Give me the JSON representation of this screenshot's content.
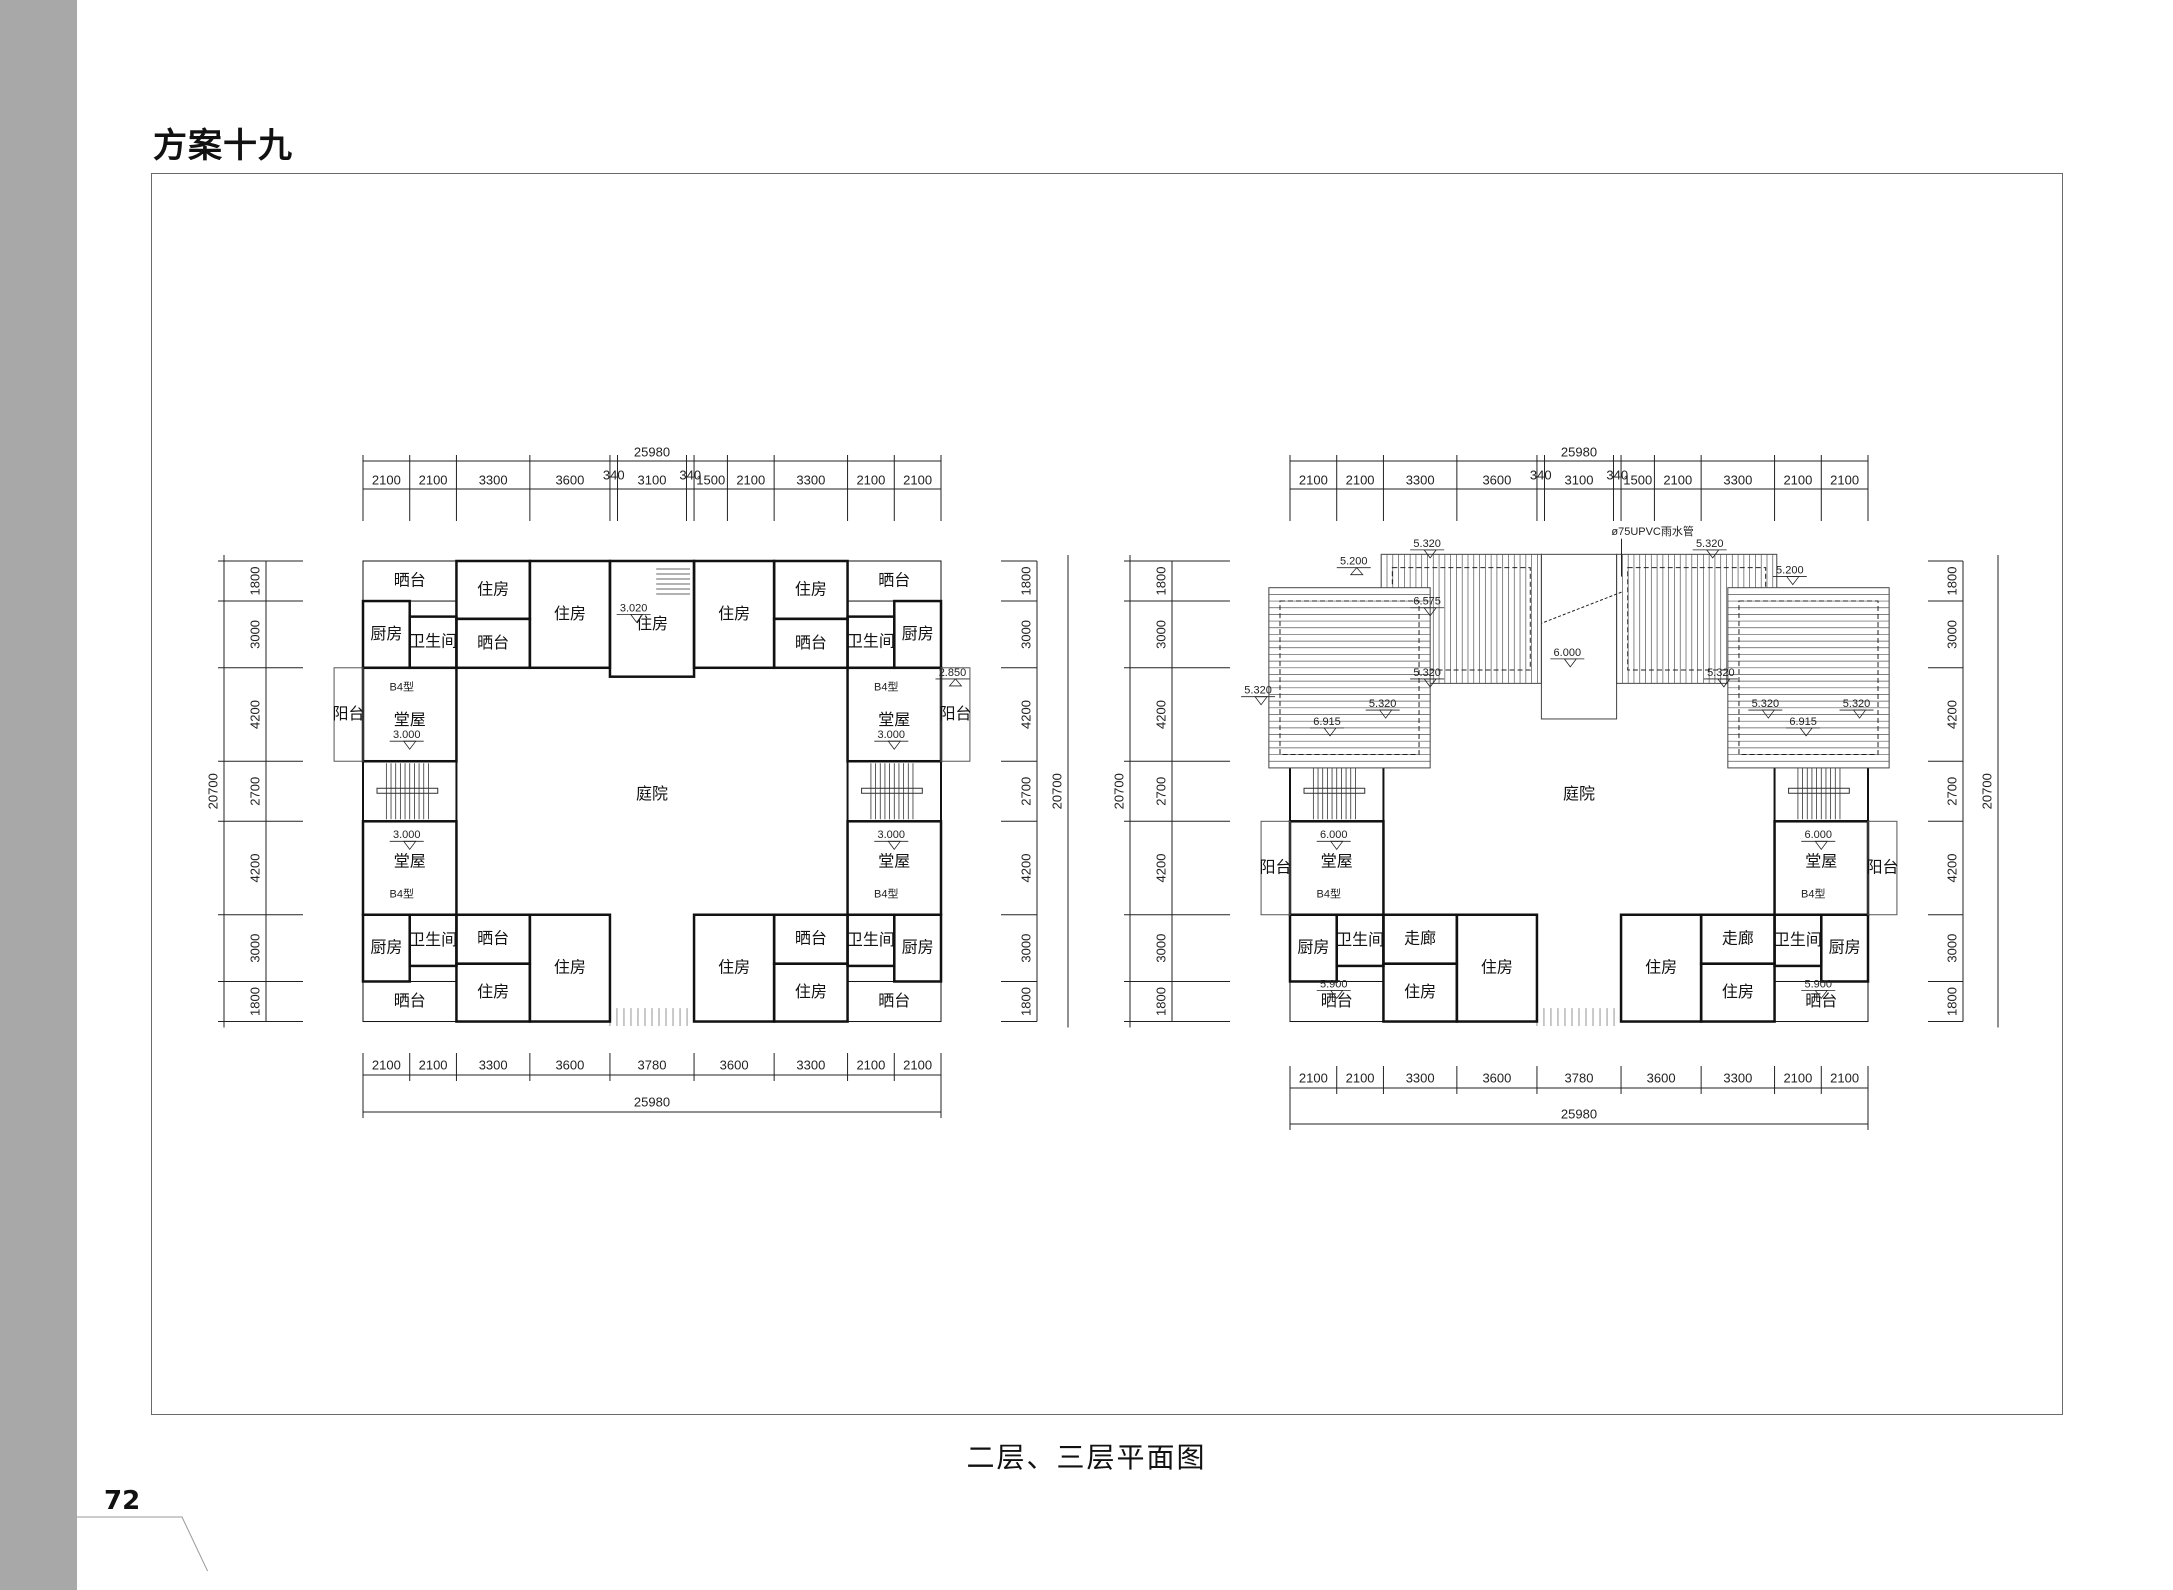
{
  "page": {
    "title": "方案十九",
    "caption": "二层、三层平面图",
    "page_number": "72"
  },
  "plan1": {
    "dim_total": "25980",
    "dims_top": [
      "2100",
      "2100",
      "3300",
      "3600",
      "340",
      "3100",
      "340",
      "1500",
      "2100",
      "3300",
      "2100",
      "2100"
    ],
    "dims_bottom": [
      "2100",
      "2100",
      "3300",
      "3600",
      "3780",
      "3600",
      "3300",
      "2100",
      "2100"
    ],
    "dims_side": [
      "1800",
      "3000",
      "4200",
      "2700",
      "4200",
      "3000",
      "1800"
    ],
    "dim_height": "20700",
    "courtyard": "庭院",
    "center_room": "住房",
    "center_elev": "3.020",
    "quadrants": [
      {
        "rooms": [
          "晒台",
          "住房",
          "住房",
          "厨房",
          "卫生间",
          "晒台",
          "堂屋"
        ],
        "type": "B4型",
        "elev": "3.000",
        "balcony": "阳台"
      },
      {
        "rooms": [
          "晒台",
          "住房",
          "住房",
          "厨房",
          "卫生间",
          "晒台",
          "堂屋"
        ],
        "type": "B4型",
        "elev": "3.000",
        "balcony": "阳台",
        "balcony_elev": "2.850"
      },
      {
        "rooms": [
          "晒台",
          "住房",
          "住房",
          "厨房",
          "卫生间",
          "晒台",
          "堂屋"
        ],
        "type": "B4型",
        "elev": "3.000"
      },
      {
        "rooms": [
          "晒台",
          "住房",
          "住房",
          "厨房",
          "卫生间",
          "晒台",
          "堂屋"
        ],
        "type": "B4型",
        "elev": "3.000"
      }
    ]
  },
  "plan2": {
    "dim_total": "25980",
    "dims_top": [
      "2100",
      "2100",
      "3300",
      "3600",
      "340",
      "3100",
      "340",
      "1500",
      "2100",
      "3300",
      "2100",
      "2100"
    ],
    "dims_bottom": [
      "2100",
      "2100",
      "3300",
      "3600",
      "3780",
      "3600",
      "3300",
      "2100",
      "2100"
    ],
    "dims_side": [
      "1800",
      "3000",
      "4200",
      "2700",
      "4200",
      "3000",
      "1800"
    ],
    "dim_height": "20700",
    "courtyard": "庭院",
    "pipe_label": "ø75UPVC雨水管",
    "center_elev": "6.000",
    "roof_elevations_left": [
      "5.320",
      "6.575",
      "5.320",
      "5.200",
      "6.915",
      "5.320",
      "5.320"
    ],
    "roof_elevations_right": [
      "5.320",
      "5.320",
      "5.200",
      "6.915",
      "5.320",
      "5.320"
    ],
    "quadrants": [
      {
        "rooms": [
          "晒台",
          "住房",
          "住房",
          "厨房",
          "卫生间",
          "走廊",
          "堂屋"
        ],
        "type": "B4型",
        "elev": "6.000",
        "corner_elev": "5.900",
        "balcony": "阳台"
      },
      {
        "rooms": [
          "晒台",
          "住房",
          "住房",
          "厨房",
          "卫生间",
          "走廊",
          "堂屋"
        ],
        "type": "B4型",
        "elev": "6.000",
        "corner_elev": "5.900",
        "balcony": "阳台"
      }
    ]
  }
}
